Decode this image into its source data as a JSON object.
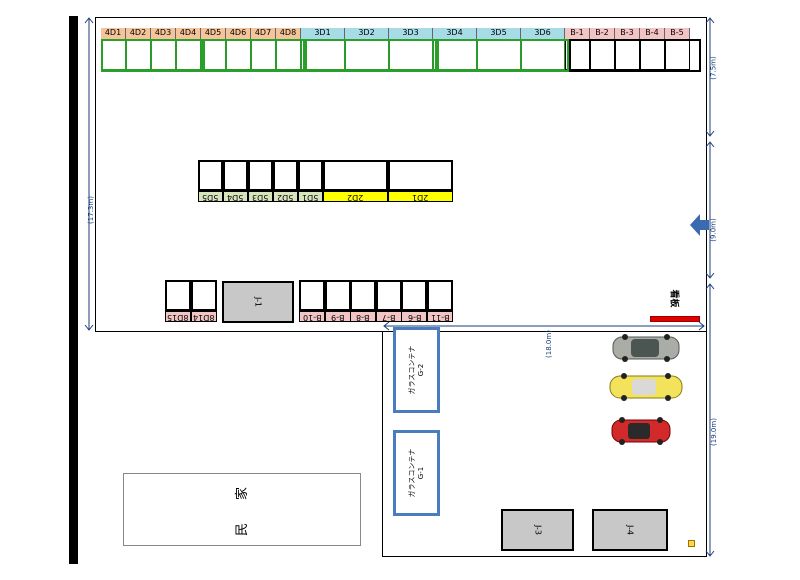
{
  "top_row": {
    "labels": [
      "4D1",
      "4D2",
      "4D3",
      "4D4",
      "4D5",
      "4D6",
      "4D7",
      "4D8",
      "3D1",
      "3D2",
      "3D3",
      "3D4",
      "3D5",
      "3D6",
      "B-1",
      "B-2",
      "B-3",
      "B-4",
      "B-5"
    ],
    "colors": {
      "4D": "#f5c49b",
      "3D": "#a7dbe6",
      "B": "#f2c4c4"
    }
  },
  "middle_row": {
    "small_labels": [
      "5D5",
      "5D4",
      "5D3",
      "5D2",
      "5D1"
    ],
    "yellow_labels": [
      "2D2",
      "2D1"
    ],
    "yellow_color": "#ffff00",
    "small_color": "#d8e4bc"
  },
  "bottom_left": {
    "labels": [
      "8D15",
      "8D14"
    ]
  },
  "bottom_b_row": {
    "labels": [
      "B-10",
      "B-9",
      "B-8",
      "B-7",
      "B-6",
      "B-11"
    ]
  },
  "containers": {
    "j1": "J-1",
    "j3": "J-3",
    "j4": "J-4",
    "g2": [
      "ガラスコンテナ",
      "G-2"
    ],
    "g1": [
      "ガラスコンテナ",
      "G-1"
    ]
  },
  "neighbor_house": [
    "民",
    "家"
  ],
  "signboard": "看板",
  "dimensions": {
    "d_7_5": "(7.5m)",
    "d_9_0": "(9.0m)",
    "d_19_0": "(19.0m)",
    "d_17_3": "(17.3m)",
    "d_18_0": "(18.0m)"
  },
  "cars": [
    "silver-car",
    "yellow-car",
    "red-car"
  ]
}
